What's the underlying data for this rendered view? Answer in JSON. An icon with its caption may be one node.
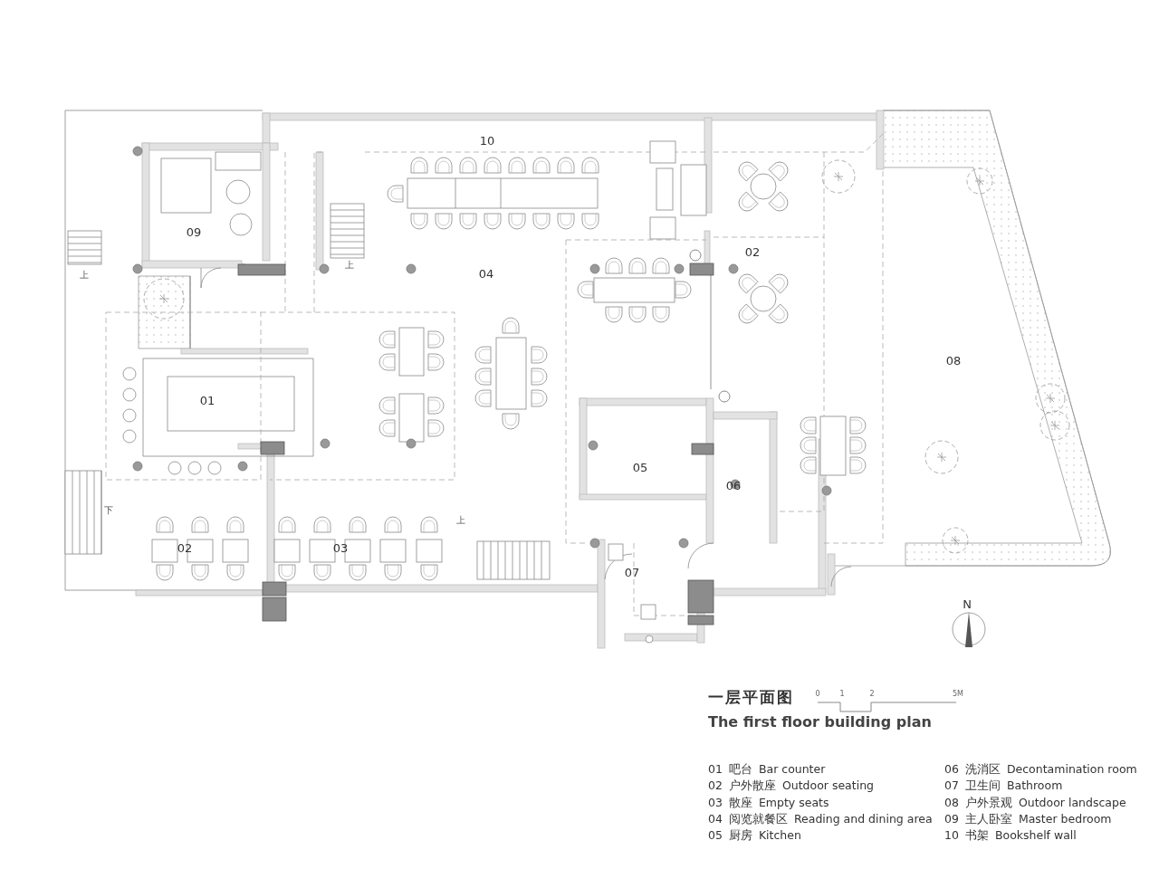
{
  "diagram": {
    "title": "一层平面图",
    "caption": "The first floor building plan",
    "labels": [
      "10",
      "09",
      "02",
      "04",
      "08",
      "01",
      "05",
      "06",
      "02",
      "03",
      "07",
      "上",
      "上",
      "下",
      "上",
      "N",
      "0",
      "1",
      "2",
      "5M",
      "01",
      "吧台",
      "Bar counter",
      "06",
      "洗消区",
      "Decontamination room",
      "02",
      "户外散座",
      "Outdoor seating",
      "07",
      "卫生间",
      "Bathroom",
      "03",
      "散座",
      "Empty seats",
      "08",
      "户外景观",
      "Outdoor landscape",
      "04",
      "阅览就餐区",
      "Reading and dining area",
      "09",
      "主人卧室",
      "Master bedroom",
      "05",
      "厨房",
      "Kitchen",
      "10",
      "书架",
      "Bookshelf wall"
    ]
  }
}
